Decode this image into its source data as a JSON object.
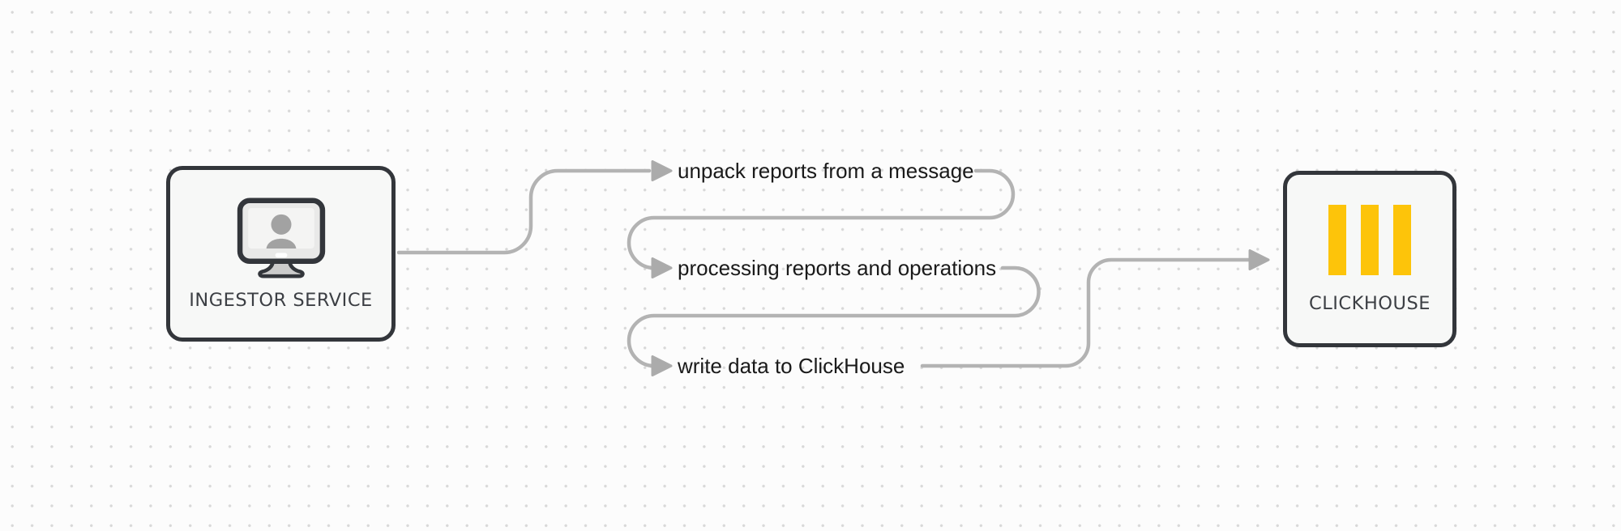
{
  "diagram": {
    "nodes": {
      "ingestor": {
        "label": "INGESTOR SERVICE",
        "icon": "monitor-user-icon"
      },
      "clickhouse": {
        "label": "CLICKHOUSE",
        "icon": "clickhouse-bars-icon"
      }
    },
    "steps": [
      {
        "label": "unpack reports from a message"
      },
      {
        "label": "processing reports and operations"
      },
      {
        "label": "write data to ClickHouse"
      }
    ]
  },
  "colors": {
    "background": "#fcfcfc",
    "dot": "#d8d8d8",
    "line": "#b3b3b3",
    "arrow": "#ababab",
    "node_border": "#33363b",
    "node_fill": "#f7f8f7",
    "step_text": "#1a1a1a",
    "node_label": "#3c3f44",
    "clickhouse_yellow": "#fdc40a",
    "icon_bezel": "#e9e9e8",
    "icon_screen": "#f4f4f3",
    "icon_silhouette": "#a2a2a2",
    "icon_stand": "#cbcbcb"
  }
}
